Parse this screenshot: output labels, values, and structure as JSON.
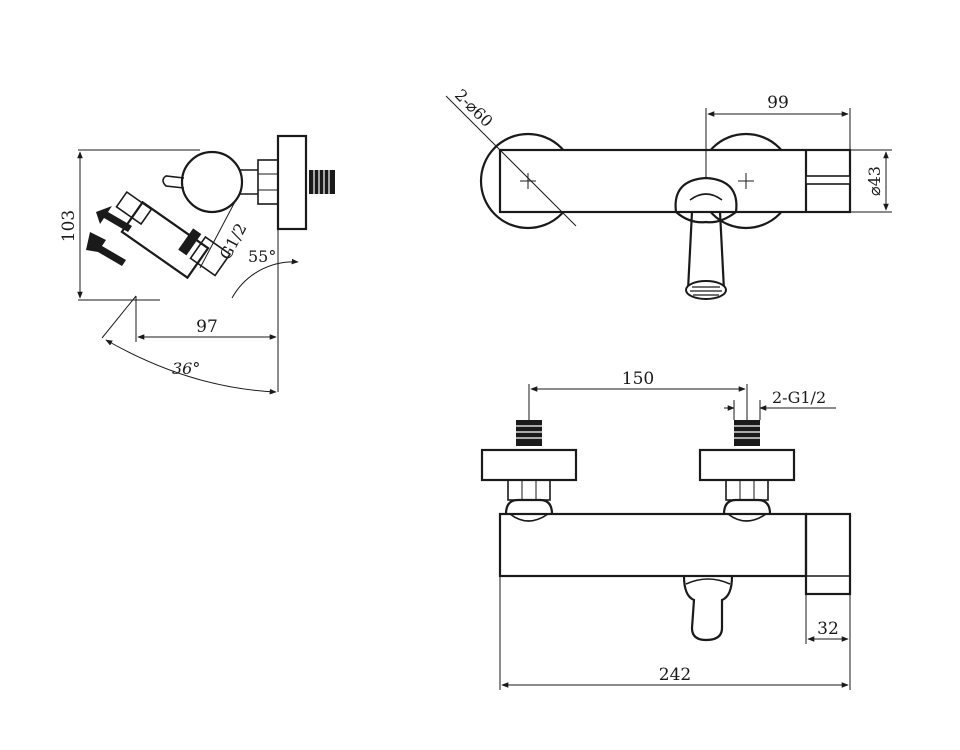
{
  "dimensions": {
    "side_height": "103",
    "side_depth": "97",
    "side_connection": "G1/2",
    "angle_lever": "55°",
    "angle_swing": "36°",
    "top_escutcheon": "2-⌀60",
    "top_offset": "99",
    "top_body_dia": "⌀43",
    "front_centers": "150",
    "front_connections": "2-G1/2",
    "front_handle": "32",
    "front_length": "242"
  },
  "colors": {
    "line": "#1a1a1a",
    "background": "#ffffff"
  }
}
